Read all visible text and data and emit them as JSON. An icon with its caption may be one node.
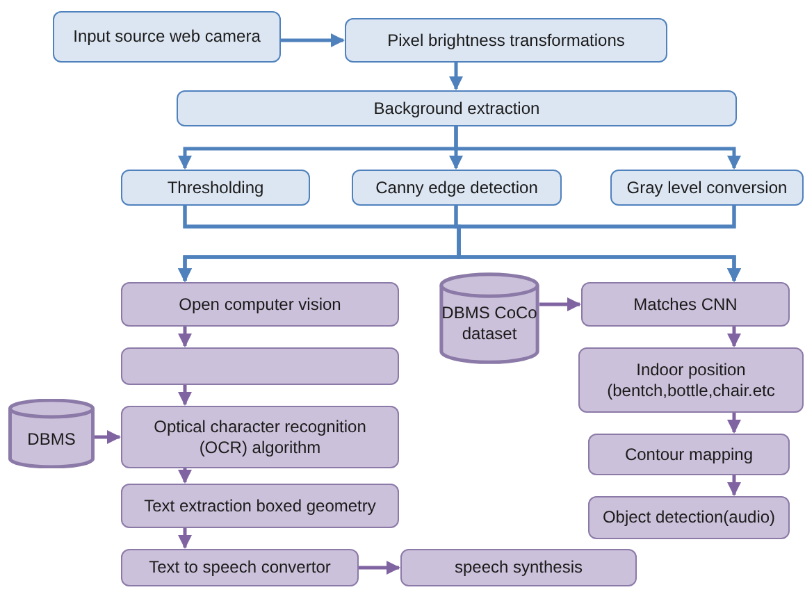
{
  "diagram": {
    "nodes": [
      {
        "text": [
          "Input source web camera"
        ]
      },
      {
        "text": [
          "Pixel brightness transformations"
        ]
      },
      {
        "text": [
          "Background extraction"
        ]
      },
      {
        "text": [
          "Thresholding"
        ]
      },
      {
        "text": [
          "Canny edge detection"
        ]
      },
      {
        "text": [
          "Gray level conversion"
        ]
      },
      {
        "text": [
          "Open computer vision"
        ]
      },
      {
        "text": [],
        "shape": "box"
      },
      {
        "text": [
          "DBMS"
        ]
      },
      {
        "text": [
          "Optical character recognition (OCR) algorithm"
        ]
      },
      {
        "text": [
          "Text extraction boxed geometry"
        ]
      },
      {
        "text": [
          "Text to speech convertor"
        ]
      },
      {
        "text": [
          "speech synthesis"
        ]
      },
      {
        "text": [
          "DBMS CoCo dataset"
        ]
      },
      {
        "text": [
          "Matches CNN"
        ]
      },
      {
        "text": [
          "Indoor position (bentch,bottle,chair.etc"
        ]
      },
      {
        "text": [
          "Contour mapping"
        ]
      },
      {
        "text": [
          "Object detection(audio)"
        ]
      }
    ],
    "edges": [
      {
        "from": 0,
        "to": 1,
        "arrow": "to"
      },
      {
        "from": 1,
        "to": 2,
        "arrow": "to"
      },
      {
        "from": 2,
        "to": 3,
        "arrow": "to"
      },
      {
        "from": 2,
        "to": 4,
        "arrow": "to"
      },
      {
        "from": 2,
        "to": 5,
        "arrow": "to"
      },
      {
        "from": 3,
        "to": 6,
        "arrow": "to"
      },
      {
        "from": 4,
        "to": 6,
        "arrow": "to"
      },
      {
        "from": 5,
        "to": 6,
        "arrow": "to"
      },
      {
        "from": 3,
        "to": 14,
        "arrow": "to"
      },
      {
        "from": 4,
        "to": 14,
        "arrow": "to"
      },
      {
        "from": 5,
        "to": 14,
        "arrow": "to"
      },
      {
        "from": 6,
        "to": 7,
        "arrow": "to",
        "color": "#8064a2"
      },
      {
        "from": 7,
        "to": 9,
        "arrow": "to",
        "color": "#8064a2"
      },
      {
        "from": 8,
        "to": 9,
        "arrow": "to",
        "color": "#8064a2"
      },
      {
        "from": 9,
        "to": 10,
        "arrow": "to",
        "color": "#8064a2"
      },
      {
        "from": 10,
        "to": 11,
        "arrow": "to",
        "color": "#8064a2"
      },
      {
        "from": 11,
        "to": 12,
        "arrow": "to",
        "color": "#8064a2"
      },
      {
        "from": 13,
        "to": 14,
        "arrow": "to",
        "color": "#8064a2"
      },
      {
        "from": 14,
        "to": 15,
        "arrow": "to",
        "color": "#8064a2"
      },
      {
        "from": 15,
        "to": 16,
        "arrow": "to",
        "color": "#8064a2"
      },
      {
        "from": 16,
        "to": 17,
        "arrow": "to",
        "color": "#8064a2"
      }
    ]
  }
}
